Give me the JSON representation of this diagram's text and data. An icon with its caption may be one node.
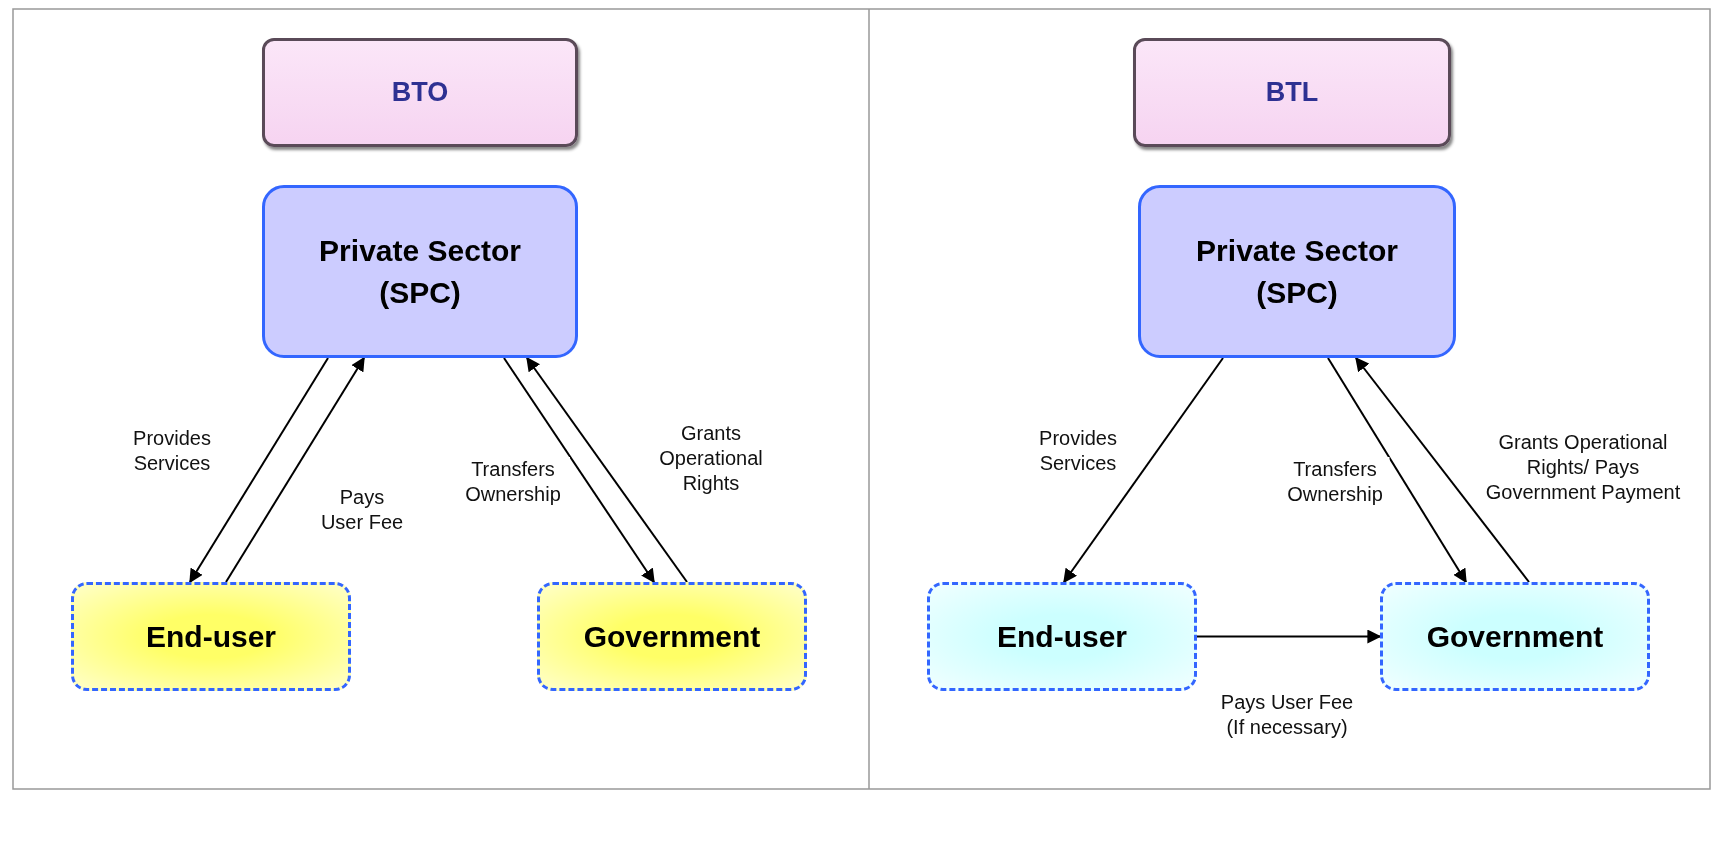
{
  "diagram": {
    "nodes": [
      {
        "text": [
          "BTO"
        ]
      },
      {
        "text": [
          "Private Sector (SPC)"
        ]
      },
      {
        "text": [
          "End-user"
        ]
      },
      {
        "text": [
          "Government"
        ]
      },
      {
        "text": [
          "BTL"
        ]
      },
      {
        "text": [
          "Private Sector (SPC)"
        ]
      },
      {
        "text": [
          "End-user"
        ]
      },
      {
        "text": [
          "Government"
        ]
      }
    ],
    "edges": [
      {
        "from": 1,
        "to": 2,
        "arrow": "to",
        "label": "Provides Services"
      },
      {
        "from": 2,
        "to": 1,
        "arrow": "to",
        "label": "Pays User Fee"
      },
      {
        "from": 1,
        "to": 3,
        "arrow": "to",
        "label": "Transfers Ownership"
      },
      {
        "from": 3,
        "to": 1,
        "arrow": "to",
        "label": "Grants Operational Rights"
      },
      {
        "from": 5,
        "to": 6,
        "arrow": "to",
        "label": "Provides Services"
      },
      {
        "from": 5,
        "to": 7,
        "arrow": "to",
        "label": "Transfers Ownership"
      },
      {
        "from": 7,
        "to": 5,
        "arrow": "to",
        "label": "Grants Operational Rights/ Pays Government Payment"
      },
      {
        "from": 6,
        "to": 7,
        "arrow": "to",
        "label": "Pays User Fee (If necessary)"
      }
    ]
  }
}
